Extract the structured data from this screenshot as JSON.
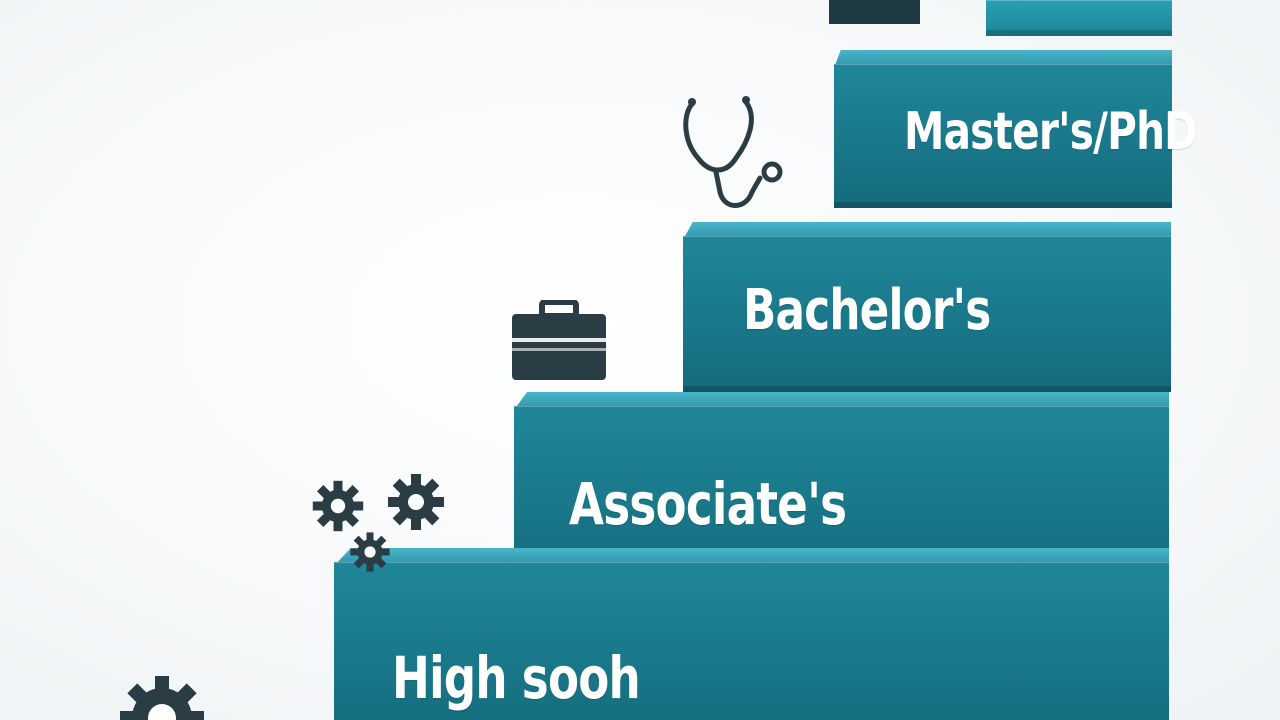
{
  "steps": [
    {
      "label": "Master's/PhD"
    },
    {
      "label": "Bachelor's"
    },
    {
      "label": "Associate's"
    },
    {
      "label": "High sooh"
    }
  ],
  "icons": [
    {
      "name": "briefcase-icon",
      "color": "#2a3d44"
    },
    {
      "name": "stethoscope-icon",
      "color": "#2a3d44"
    },
    {
      "name": "gears-icon",
      "color": "#2a3d44"
    },
    {
      "name": "gear-icon",
      "color": "#2a3d44"
    }
  ],
  "colors": {
    "step_front": "#19788a",
    "step_top": "#3aa6ba",
    "text": "#ffffff",
    "background": "#f7f9fa"
  }
}
